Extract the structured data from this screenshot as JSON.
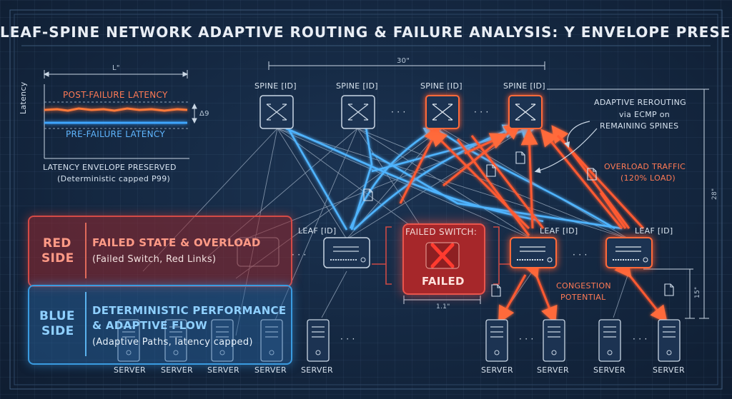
{
  "title": "LEAF-SPINE NETWORK ADAPTIVE ROUTING & FAILURE ANALYSIS: Y ENVELOPE PRESERVED",
  "latency_chart": {
    "dim_width": "L\"",
    "post_label": "POST-FAILURE LATENCY",
    "pre_label": "PRE-FAILURE LATENCY",
    "delta_label": "Δ9",
    "y_axis_label": "Latency",
    "caption_line1": "LATENCY ENVELOPE PRESERVED",
    "caption_line2": "(Deterministic capped P99)"
  },
  "spines": {
    "dim_span": "30\"",
    "labels": [
      "SPINE [ID]",
      "SPINE [ID]",
      "SPINE [ID]",
      "SPINE [ID]"
    ],
    "ellipsis": "· · ·"
  },
  "annotations": {
    "adaptive_line1": "ADAPTIVE REROUTING",
    "adaptive_line2": "via ECMP on",
    "adaptive_line3": "REMAINING SPINES",
    "overload_line1": "OVERLOAD TRAFFIC",
    "overload_line2": "(120% LOAD)",
    "congestion_line1": "CONGESTION",
    "congestion_line2": "POTENTIAL"
  },
  "dimensions": {
    "height_right": "28\"",
    "height_leaf": "15\"",
    "failed_width": "1.1\""
  },
  "leaves": {
    "labels": [
      "LEAF [ID]",
      "LEAF [ID]",
      "LEAF [ID]"
    ],
    "ellipsis": "· · ·"
  },
  "failed_switch": {
    "title": "FAILED SWITCH:",
    "status": "FAILED"
  },
  "legend": {
    "red_side_line1": "RED",
    "red_side_line2": "SIDE",
    "red_title": "FAILED STATE & OVERLOAD",
    "red_sub": "(Failed Switch, Red Links)",
    "blue_side_line1": "BLUE",
    "blue_side_line2": "SIDE",
    "blue_title_line1": "DETERMINISTIC PERFORMANCE",
    "blue_title_line2": "& ADAPTIVE FLOW",
    "blue_sub": "(Adaptive Paths, latency capped)"
  },
  "servers": {
    "label": "SERVER",
    "labels": [
      "SERVER",
      "SERVER",
      "SERVER",
      "SERVER",
      "SERVER",
      "SERVER",
      "SERVER",
      "SERVER",
      "SERVER"
    ],
    "ellipsis": "· · ·"
  },
  "colors": {
    "background": "#142740",
    "failure_red": "#ff5a3c",
    "adaptive_blue": "#4fb4ff",
    "link_gray": "#aab8c8"
  }
}
